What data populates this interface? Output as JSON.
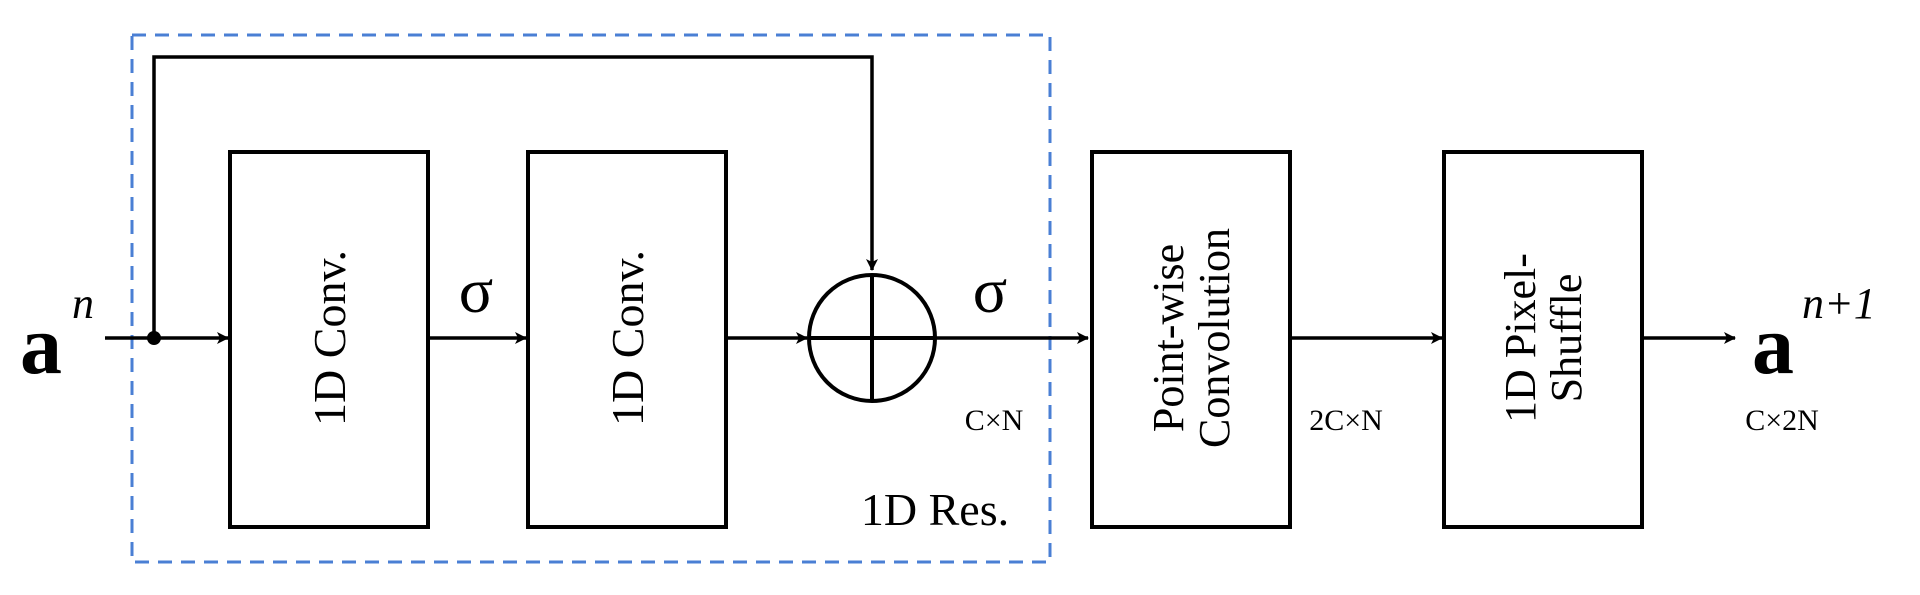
{
  "input": {
    "symbol": "a",
    "superscript": "n"
  },
  "output": {
    "symbol": "a",
    "superscript": "n+1",
    "shape": "C×2N"
  },
  "res_block": {
    "label": "1D Res.",
    "conv1": "1D Conv.",
    "conv2": "1D Conv.",
    "activation_mid": "σ",
    "activation_out": "σ",
    "shape": "C×N"
  },
  "pointwise": {
    "line1": "Point-wise",
    "line2": "Convolution",
    "shape": "2C×N"
  },
  "pixelshuffle": {
    "line1": "1D Pixel-",
    "line2": "Shuffle"
  },
  "colors": {
    "res_border": "#4a7fd4",
    "stroke": "#000000"
  }
}
